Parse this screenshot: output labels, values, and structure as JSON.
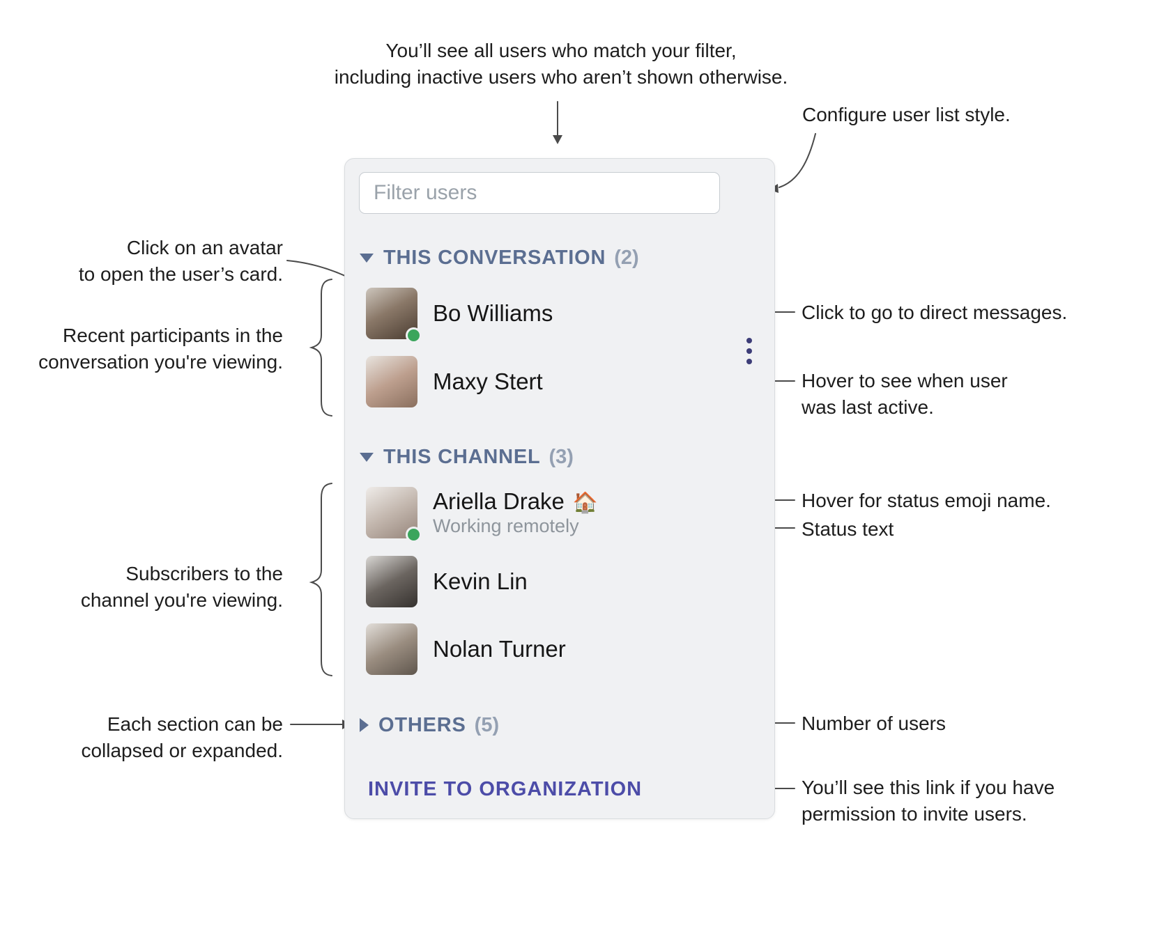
{
  "panel": {
    "filter": {
      "placeholder": "Filter users"
    },
    "menu_icon": "kebab-vertical-icon",
    "sections": [
      {
        "label": "THIS CONVERSATION",
        "count": "(2)",
        "state": "expanded",
        "users": [
          {
            "name": "Bo Williams",
            "online": true
          },
          {
            "name": "Maxy Stert",
            "online": false
          }
        ]
      },
      {
        "label": "THIS CHANNEL",
        "count": "(3)",
        "state": "expanded",
        "users": [
          {
            "name": "Ariella Drake",
            "emoji": "🏠",
            "status": "Working remotely",
            "online": true
          },
          {
            "name": "Kevin Lin",
            "online": false
          },
          {
            "name": "Nolan Turner",
            "online": false
          }
        ]
      },
      {
        "label": "OTHERS",
        "count": "(5)",
        "state": "collapsed",
        "users": []
      }
    ],
    "invite_label": "INVITE TO ORGANIZATION"
  },
  "annotations": {
    "filter_note": "You’ll see all users who match your filter,\nincluding inactive users who aren’t shown otherwise.",
    "configure_note": "Configure user list style.",
    "avatar_note": "Click on an avatar\nto open the user’s card.",
    "participants_note": "Recent participants in the\nconversation you're viewing.",
    "dm_note": "Click to go to direct messages.",
    "last_active_note": "Hover to see when user\nwas last active.",
    "status_emoji_note": "Hover for status emoji name.",
    "status_text_note": "Status text",
    "subscribers_note": "Subscribers to the\nchannel you're viewing.",
    "collapse_note": "Each section can be\ncollapsed or expanded.",
    "user_count_note": "Number of users",
    "invite_note": "You’ll see this link if you have\npermission to invite users."
  },
  "colors": {
    "section_header": "#5b6e91",
    "section_count": "#94a0b2",
    "invite_link": "#4c4ca8",
    "menu_icon": "#3d3d78",
    "presence_online": "#3ba55c",
    "panel_background": "#f0f1f3",
    "annotation_line": "#4a4a4a"
  }
}
